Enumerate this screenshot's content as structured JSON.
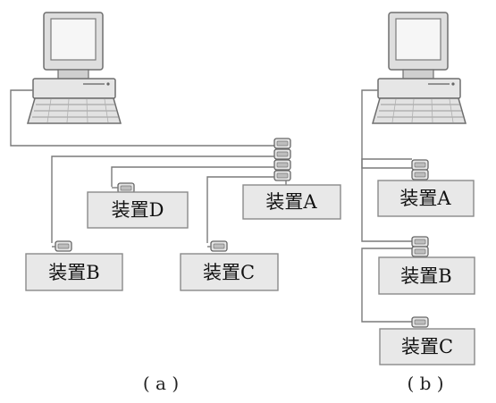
{
  "diagram_a": {
    "caption": "( a )",
    "devices": {
      "a": "装置A",
      "b": "装置B",
      "c": "装置C",
      "d": "装置D"
    }
  },
  "diagram_b": {
    "caption": "( b )",
    "devices": {
      "a": "装置A",
      "b": "装置B",
      "c": "装置C"
    }
  },
  "colors": {
    "line": "#7a7a7a",
    "box_fill": "#e8e8e8",
    "box_stroke": "#8a8a8a",
    "computer_body": "#e4e4e4",
    "screen": "#f4f4f4",
    "text": "#111111"
  }
}
